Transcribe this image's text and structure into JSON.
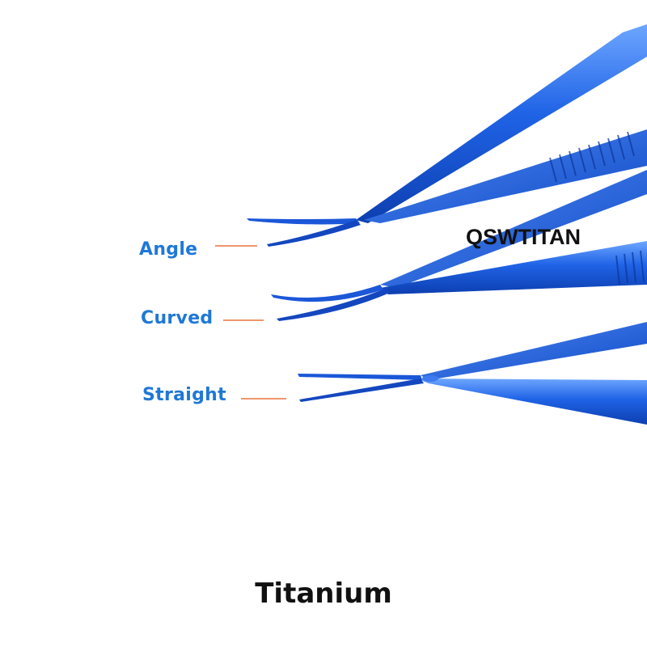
{
  "labels": {
    "angle": "Angle",
    "curved": "Curved",
    "straight": "Straight"
  },
  "watermark": "QSWTITAN",
  "caption": "Titanium",
  "colors": {
    "instrument_blue": "#1f63e6",
    "instrument_dark": "#0d3fb0",
    "instrument_highlight": "#6ea6ff",
    "label_blue": "#1f78d6",
    "pointer_line": "#e8743c"
  }
}
